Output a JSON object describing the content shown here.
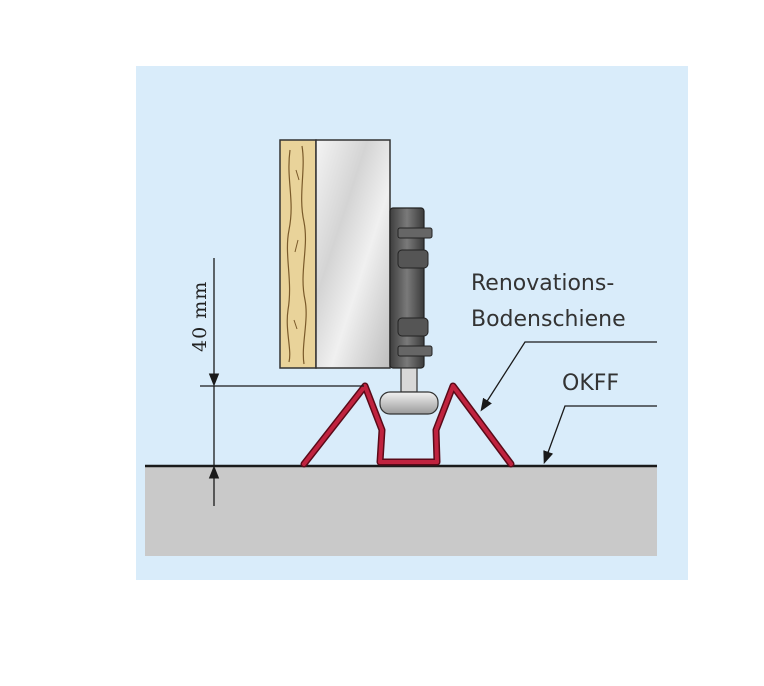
{
  "labels": {
    "rail_line1": "Renovations-",
    "rail_line2": "Bodenschiene",
    "floor": "OKFF",
    "dimension": "40 mm"
  },
  "colors": {
    "background_panel": "#d9ecfa",
    "floor_fill": "#c9c9c9",
    "rail": "#b41e3c",
    "wood": "#e9d39a",
    "door_edge": "#c8c8c8",
    "hardware": "#5a5a5a",
    "lines": "#1a1a1a"
  },
  "icons": [
    "wood-grain",
    "guide-roller",
    "floor-rail"
  ]
}
